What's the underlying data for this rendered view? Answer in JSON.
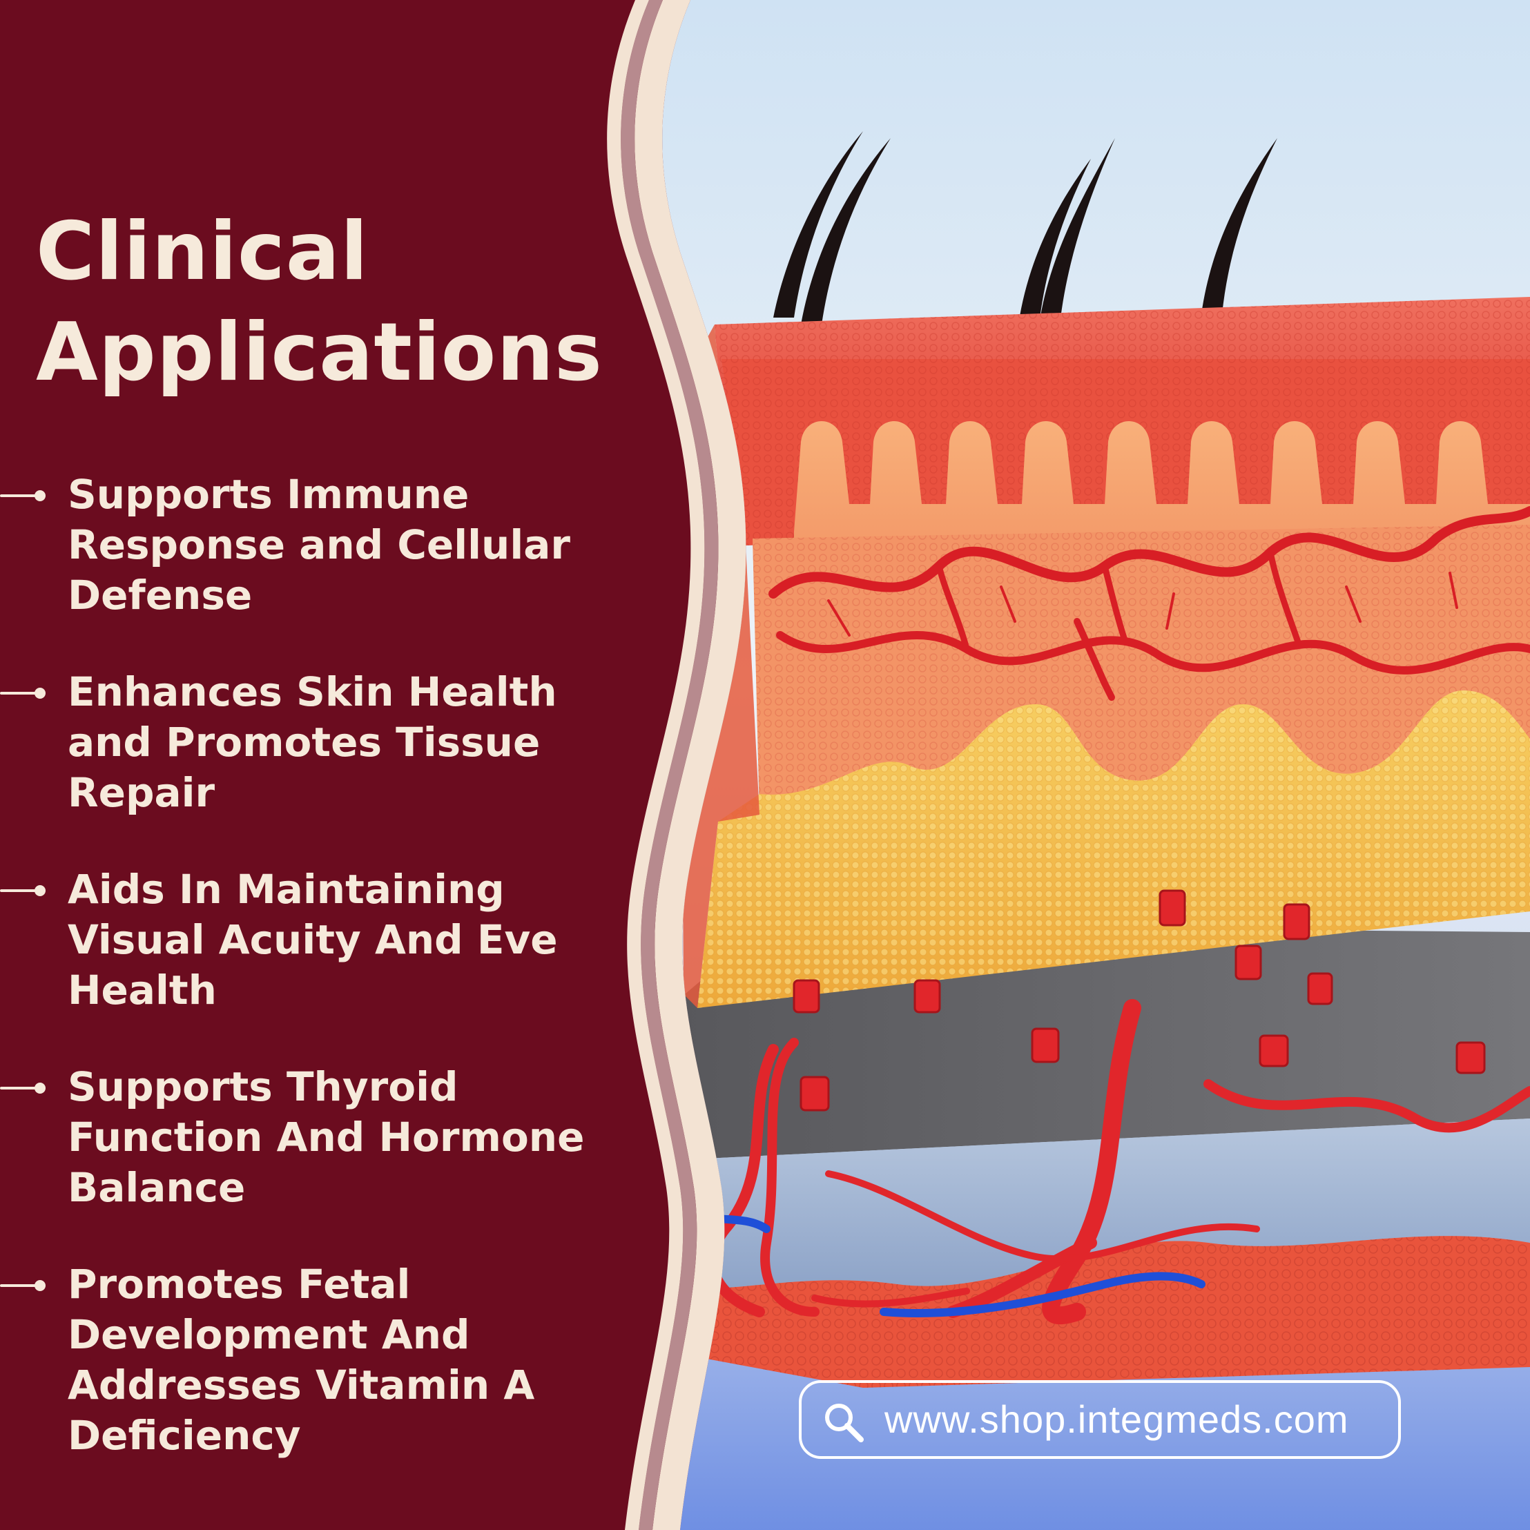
{
  "title": {
    "line1": "Clinical",
    "line2": "Applications"
  },
  "bullets": [
    {
      "lines": [
        "Supports Immune",
        "Response and Cellular",
        "Defense"
      ]
    },
    {
      "lines": [
        "Enhances Skin Health",
        "and Promotes Tissue",
        "Repair"
      ]
    },
    {
      "lines": [
        "Aids In Maintaining",
        "Visual Acuity And Eve",
        "Health"
      ]
    },
    {
      "lines": [
        "Supports Thyroid",
        "Function And Hormone",
        "Balance"
      ]
    },
    {
      "lines": [
        "Promotes Fetal",
        "Development And",
        "Addresses Vitamin A",
        "Deficiency"
      ]
    }
  ],
  "website": {
    "url": "www.shop.integmeds.com",
    "icon": "search-icon"
  },
  "colors": {
    "panel": "#6b0c1f",
    "text": "#f6eadb",
    "epidermis": "#ef5a49",
    "dermis": "#f5a36a",
    "fat": "#f4c04a",
    "vessel": "#e4202a",
    "vein": "#1f4fd8",
    "sky": "#d6e6f5"
  }
}
